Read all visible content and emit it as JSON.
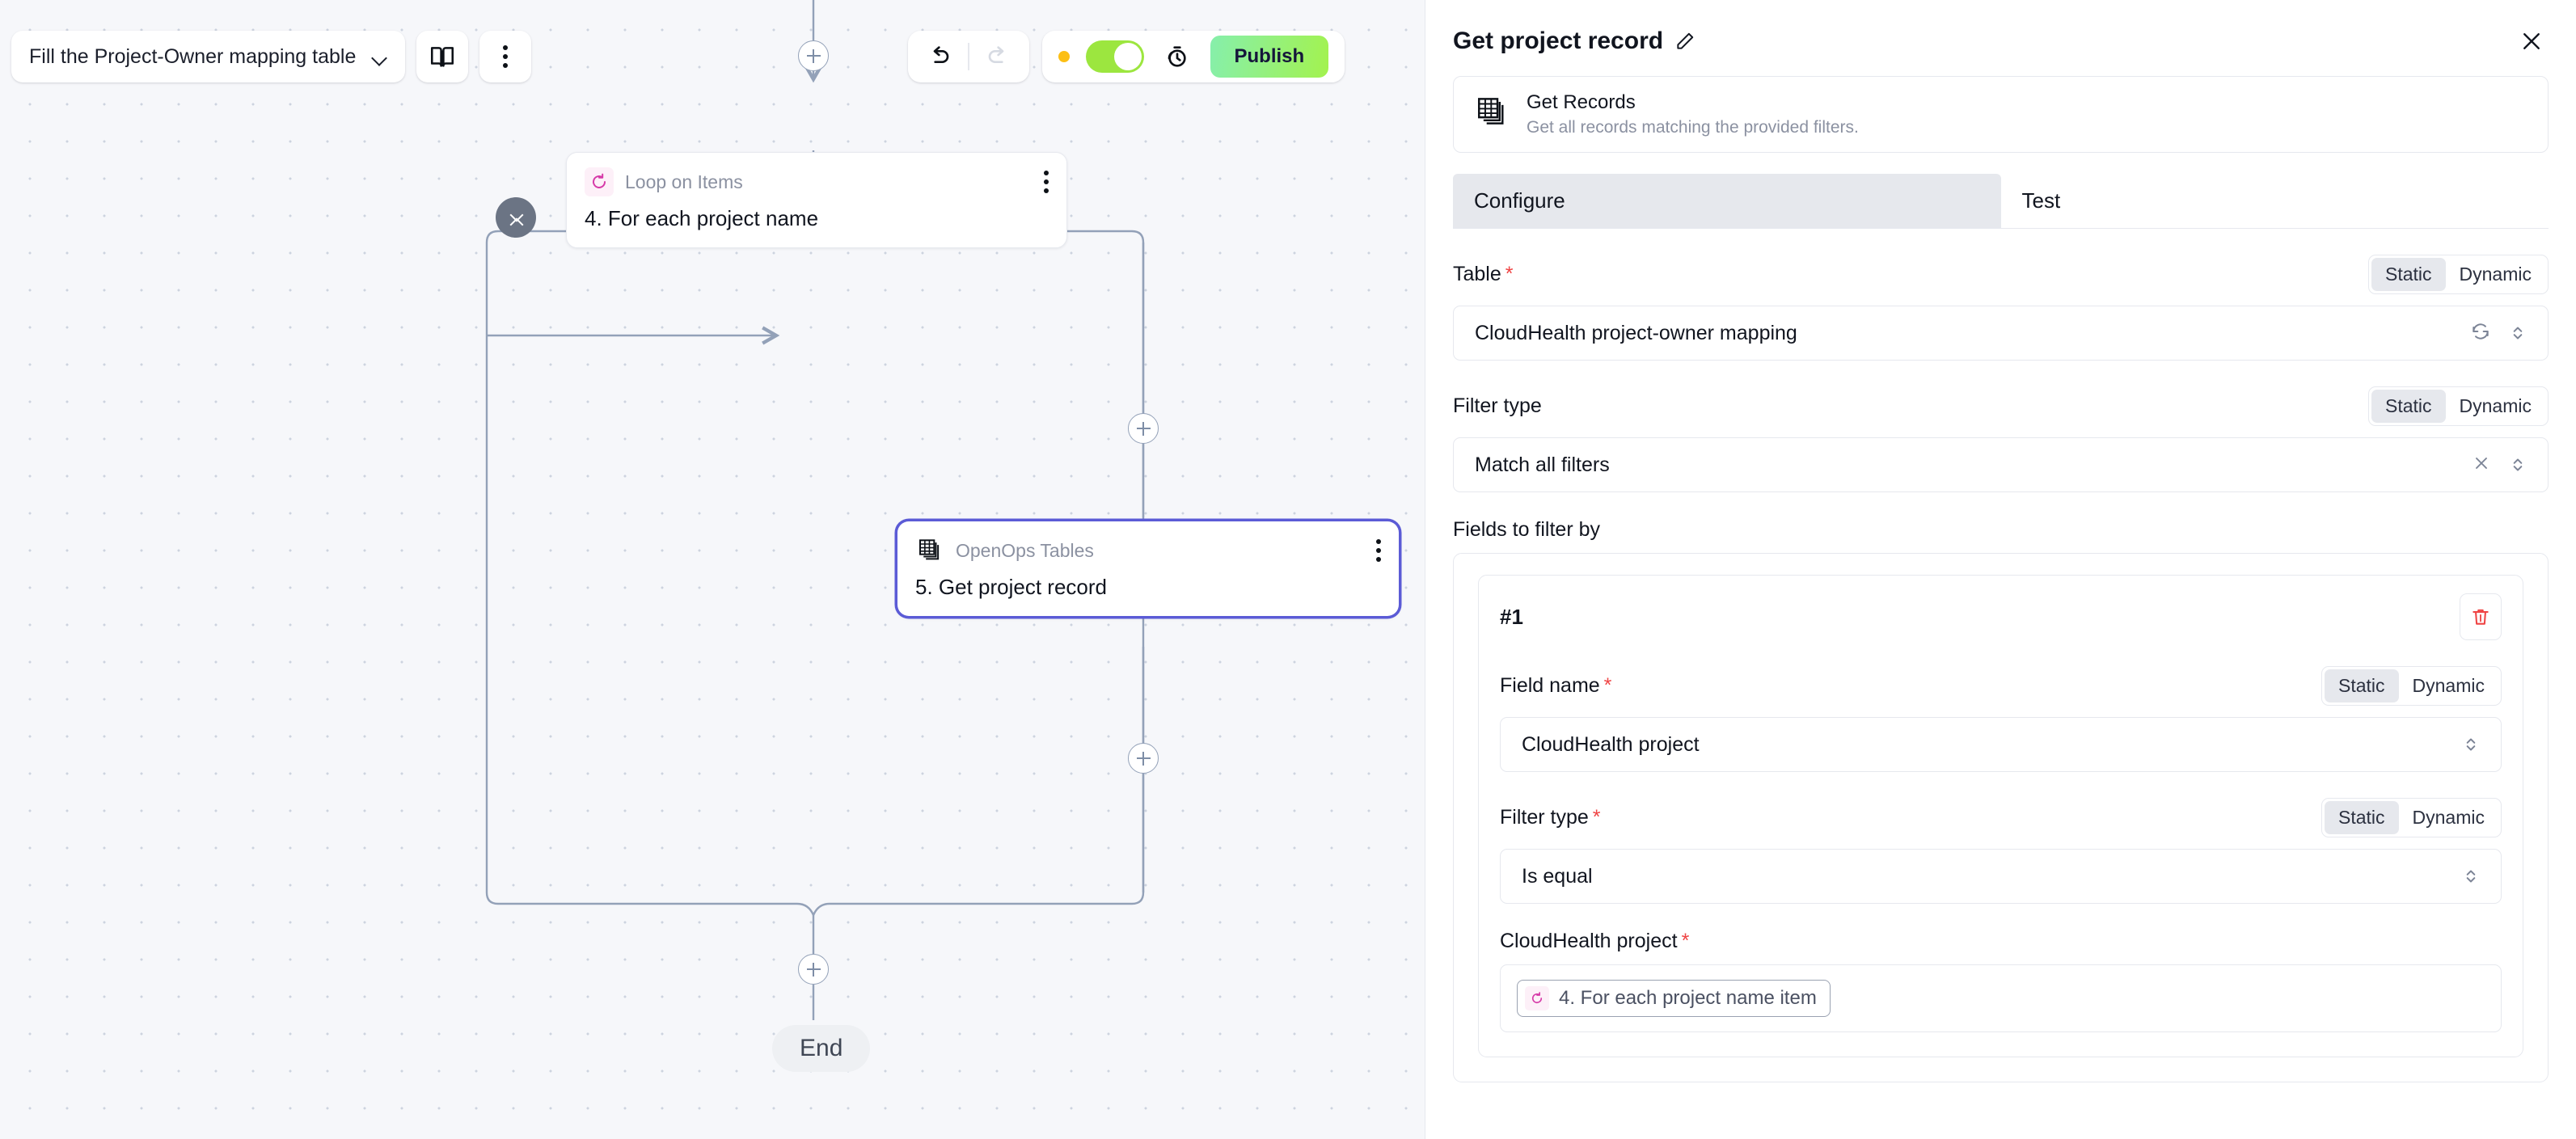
{
  "toolbar": {
    "flow_name": "Fill the Project-Owner mapping table",
    "chevron_icon": "chevron-down-icon",
    "docs_icon": "book-icon",
    "more_icon": "kebab-menu-icon",
    "undo_icon": "undo-icon",
    "redo_icon": "redo-icon",
    "status_dot_color": "#fcbf15",
    "toggle_on": true,
    "toggle_color": "#9ce63f",
    "history_icon": "run-history-icon",
    "publish_label": "Publish"
  },
  "canvas": {
    "collapse_icon": "collapse-chevrons-icon",
    "add_step_icon": "plus-icon",
    "end_label": "End",
    "nodes": [
      {
        "piece": "Loop on Items",
        "title": "4. For each project name",
        "icon": "loop-refresh-icon",
        "selected": false
      },
      {
        "piece": "OpenOps Tables",
        "title": "5. Get project record",
        "icon": "tables-icon",
        "selected": true
      }
    ]
  },
  "panel": {
    "title": "Get project record",
    "edit_icon": "pencil-icon",
    "close_icon": "close-icon",
    "piece": {
      "icon": "tables-icon",
      "name": "Get Records",
      "description": "Get all records matching the provided filters."
    },
    "tabs": [
      {
        "label": "Configure",
        "active": true
      },
      {
        "label": "Test",
        "active": false
      }
    ],
    "seg_static": "Static",
    "seg_dynamic": "Dynamic",
    "fields": {
      "table": {
        "label": "Table",
        "required": true,
        "mode": "Static",
        "value": "CloudHealth project-owner mapping",
        "refresh_icon": "refresh-icon",
        "select_icon": "chevron-up-down-icon"
      },
      "filter_type": {
        "label": "Filter type",
        "required": false,
        "mode": "Static",
        "value": "Match all filters",
        "clear_icon": "clear-x-icon",
        "select_icon": "chevron-up-down-icon"
      },
      "fields_to_filter_by": {
        "label": "Fields to filter by"
      }
    },
    "filter_entries": [
      {
        "number": "#1",
        "delete_icon": "trash-icon",
        "field_name": {
          "label": "Field name",
          "required": true,
          "mode": "Static",
          "value": "CloudHealth project",
          "select_icon": "chevron-up-down-icon"
        },
        "filter_type": {
          "label": "Filter type",
          "required": true,
          "mode": "Static",
          "value": "Is equal",
          "select_icon": "chevron-up-down-icon"
        },
        "value_field": {
          "label": "CloudHealth project",
          "required": true,
          "token_icon": "loop-refresh-icon",
          "token_label": "4. For each project name item"
        }
      }
    ]
  }
}
